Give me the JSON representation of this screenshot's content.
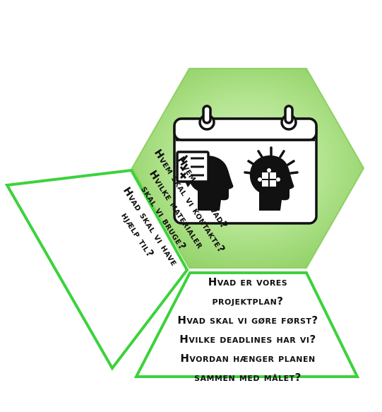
{
  "colors": {
    "hexagon_fill": "#9ad873",
    "hexagon_light": "#c9ecb1",
    "card_border": "#3cd23c",
    "icon": "#111111",
    "calendar_bg": "#ffffff"
  },
  "hexagon": {
    "icon": "calendar-icon",
    "left_figure": "head-with-checklist-icon",
    "right_figure": "head-with-puzzle-idea-icon"
  },
  "left_card": {
    "lines": [
      "Hvem gør hvad?",
      "Hvem skal vi kontakte?",
      "Hvilke materialer",
      "skal vi bruge?",
      "Hvad skal vi have",
      "hjælp til?"
    ]
  },
  "bottom_card": {
    "lines": [
      "Hvad er vores",
      "projektplan?",
      "Hvad skal vi gøre først?",
      "Hvilke deadlines har vi?",
      "Hvordan hænger planen",
      "sammen med målet?"
    ]
  }
}
